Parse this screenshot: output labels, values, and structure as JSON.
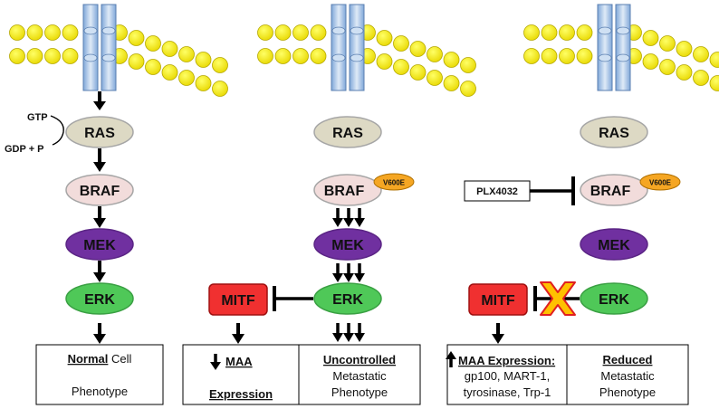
{
  "panels": {
    "normal": {
      "gtp": "GTP",
      "gdp": "GDP + P",
      "ras": "RAS",
      "braf": "BRAF",
      "mek": "MEK",
      "erk": "ERK",
      "outcome": {
        "line1_bold": "Normal",
        "line1_rest": " Cell",
        "line2": "Phenotype"
      }
    },
    "mutant": {
      "ras": "RAS",
      "braf": "BRAF",
      "braf_mutation": "V600E",
      "mek": "MEK",
      "erk": "ERK",
      "mitf": "MITF",
      "maa_box": {
        "line1": "MAA",
        "line2": "Expression"
      },
      "outcome": {
        "line1": "Uncontrolled",
        "line2": "Metastatic",
        "line3": "Phenotype"
      }
    },
    "treated": {
      "ras": "RAS",
      "braf": "BRAF",
      "braf_mutation": "V600E",
      "inhibitor": "PLX4032",
      "mek": "MEK",
      "erk": "ERK",
      "mitf": "MITF",
      "maa_box": {
        "line1": "MAA Expression:",
        "line2": "gp100, MART-1,",
        "line3": "tyrosinase, Trp-1"
      },
      "outcome": {
        "line1": "Reduced",
        "line2": "Metastatic",
        "line3": "Phenotype"
      }
    }
  },
  "colors": {
    "ras": "#ddd9c4",
    "braf": "#f2dcdb",
    "mek": "#7030a0",
    "erk": "#4fc858",
    "mitf": "#f03030",
    "mutation_badge": "#f5a623",
    "membrane_bead": "#ffee00",
    "receptor": "#9dc3e6",
    "block_x": "#ffc000"
  }
}
